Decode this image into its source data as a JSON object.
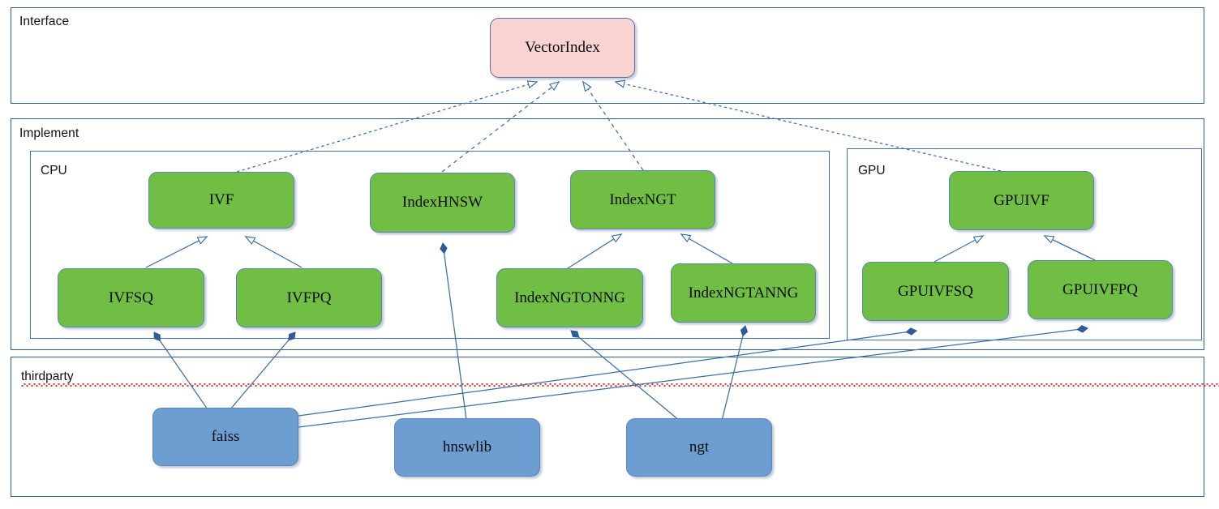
{
  "diagram": {
    "type": "uml-class-diagram",
    "title": "",
    "colors": {
      "interface_fill": "#f9d2d2",
      "implement_fill": "#70bf44",
      "thirdparty_fill": "#6d9ed1",
      "node_border": "#5b84b8",
      "group_border": "#2e5f96",
      "edge": "#3a6ea8"
    }
  },
  "groups": [
    {
      "id": "interface",
      "label": "Interface"
    },
    {
      "id": "implement",
      "label": "Implement"
    },
    {
      "id": "thirdparty",
      "label": "thirdparty",
      "misspelled": true
    }
  ],
  "subgroups": [
    {
      "id": "cpu",
      "label": "CPU"
    },
    {
      "id": "gpu",
      "label": "GPU"
    }
  ],
  "nodes": [
    {
      "id": "vectorindex",
      "label": "VectorIndex",
      "group": "interface",
      "kind": "iface"
    },
    {
      "id": "ivf",
      "label": "IVF",
      "group": "cpu",
      "kind": "impl"
    },
    {
      "id": "indexhnsw",
      "label": "IndexHNSW",
      "group": "cpu",
      "kind": "impl"
    },
    {
      "id": "indexngt",
      "label": "IndexNGT",
      "group": "cpu",
      "kind": "impl"
    },
    {
      "id": "ivfsq",
      "label": "IVFSQ",
      "group": "cpu",
      "kind": "impl"
    },
    {
      "id": "ivfpq",
      "label": "IVFPQ",
      "group": "cpu",
      "kind": "impl"
    },
    {
      "id": "indexngtonng",
      "label": "IndexNGTONNG",
      "group": "cpu",
      "kind": "impl"
    },
    {
      "id": "indexngtanng",
      "label": "IndexNGTANNG",
      "group": "cpu",
      "kind": "impl"
    },
    {
      "id": "gpuivf",
      "label": "GPUIVF",
      "group": "gpu",
      "kind": "impl"
    },
    {
      "id": "gpuivfsq",
      "label": "GPUIVFSQ",
      "group": "gpu",
      "kind": "impl"
    },
    {
      "id": "gpuivfpq",
      "label": "GPUIVFPQ",
      "group": "gpu",
      "kind": "impl"
    },
    {
      "id": "faiss",
      "label": "faiss",
      "group": "thirdparty",
      "kind": "third"
    },
    {
      "id": "hnswlib",
      "label": "hnswlib",
      "group": "thirdparty",
      "kind": "third"
    },
    {
      "id": "ngt",
      "label": "ngt",
      "group": "thirdparty",
      "kind": "third"
    }
  ],
  "edges": [
    {
      "from": "ivf",
      "to": "vectorindex",
      "relation": "realization",
      "style": "dashed",
      "head": "hollow-triangle"
    },
    {
      "from": "indexhnsw",
      "to": "vectorindex",
      "relation": "realization",
      "style": "dashed",
      "head": "hollow-triangle"
    },
    {
      "from": "indexngt",
      "to": "vectorindex",
      "relation": "realization",
      "style": "dashed",
      "head": "hollow-triangle"
    },
    {
      "from": "gpuivf",
      "to": "vectorindex",
      "relation": "realization",
      "style": "dashed",
      "head": "hollow-triangle"
    },
    {
      "from": "ivfsq",
      "to": "ivf",
      "relation": "generalization",
      "style": "solid",
      "head": "hollow-triangle"
    },
    {
      "from": "ivfpq",
      "to": "ivf",
      "relation": "generalization",
      "style": "solid",
      "head": "hollow-triangle"
    },
    {
      "from": "indexngtonng",
      "to": "indexngt",
      "relation": "generalization",
      "style": "solid",
      "head": "hollow-triangle"
    },
    {
      "from": "indexngtanng",
      "to": "indexngt",
      "relation": "generalization",
      "style": "solid",
      "head": "hollow-triangle"
    },
    {
      "from": "gpuivfsq",
      "to": "gpuivf",
      "relation": "generalization",
      "style": "solid",
      "head": "hollow-triangle"
    },
    {
      "from": "gpuivfpq",
      "to": "gpuivf",
      "relation": "generalization",
      "style": "solid",
      "head": "hollow-triangle"
    },
    {
      "from": "faiss",
      "to": "ivfsq",
      "relation": "composition",
      "style": "solid",
      "head": "filled-diamond"
    },
    {
      "from": "faiss",
      "to": "ivfpq",
      "relation": "composition",
      "style": "solid",
      "head": "filled-diamond"
    },
    {
      "from": "faiss",
      "to": "gpuivfsq",
      "relation": "composition",
      "style": "solid",
      "head": "filled-diamond"
    },
    {
      "from": "faiss",
      "to": "gpuivfpq",
      "relation": "composition",
      "style": "solid",
      "head": "filled-diamond"
    },
    {
      "from": "hnswlib",
      "to": "indexhnsw",
      "relation": "composition",
      "style": "solid",
      "head": "filled-diamond"
    },
    {
      "from": "ngt",
      "to": "indexngtonng",
      "relation": "composition",
      "style": "solid",
      "head": "filled-diamond"
    },
    {
      "from": "ngt",
      "to": "indexngtanng",
      "relation": "composition",
      "style": "solid",
      "head": "filled-diamond"
    }
  ]
}
